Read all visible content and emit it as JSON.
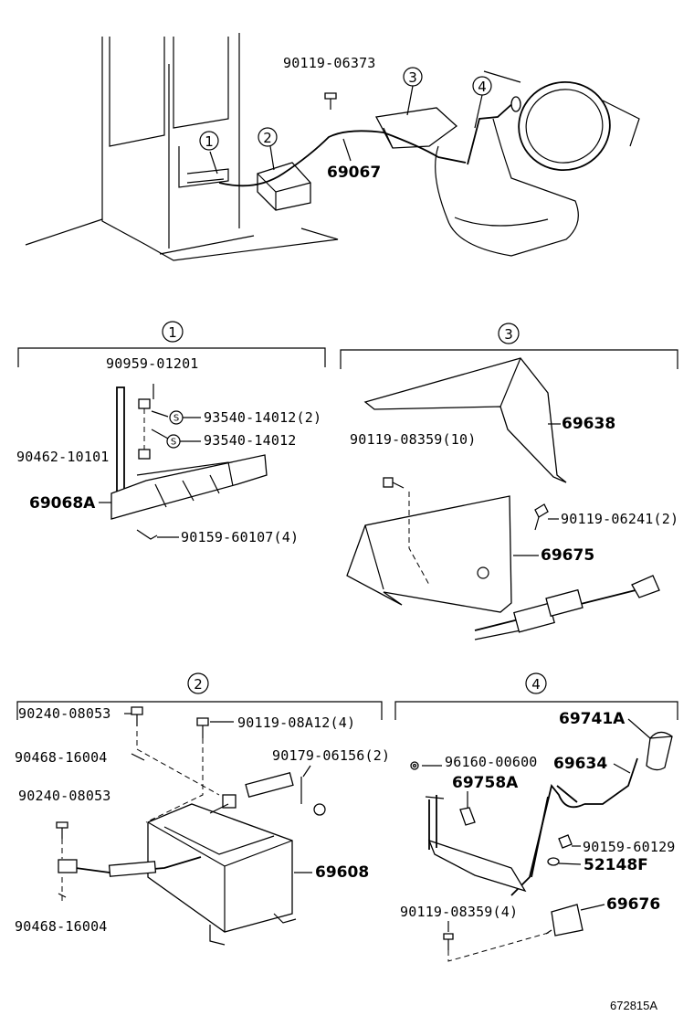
{
  "overview": {
    "callouts": [
      "1",
      "2",
      "3",
      "4"
    ],
    "part_top_bolt": "90119-06373",
    "part_cable": "69067"
  },
  "sections": {
    "s1": {
      "number": "1",
      "parts": {
        "p_90959": "90959-01201",
        "p_93540_a": "93540-14012(2)",
        "p_93540_b": "93540-14012",
        "p_90462": "90462-10101",
        "p_69068a": "69068A",
        "p_90159": "90159-60107(4)"
      },
      "s_marker": "S"
    },
    "s3": {
      "number": "3",
      "parts": {
        "p_69638": "69638",
        "p_90119_08359": "90119-08359(10)",
        "p_90119_06241": "90119-06241(2)",
        "p_69675": "69675"
      }
    },
    "s2": {
      "number": "2",
      "parts": {
        "p_90240_a": "90240-08053",
        "p_90119_08a12": "90119-08A12(4)",
        "p_90468_a": "90468-16004",
        "p_90179": "90179-06156(2)",
        "p_90240_b": "90240-08053",
        "p_69608": "69608",
        "p_90468_b": "90468-16004"
      }
    },
    "s4": {
      "number": "4",
      "parts": {
        "p_69741a": "69741A",
        "p_96160": "96160-00600",
        "p_69634": "69634",
        "p_69758a": "69758A",
        "p_90159_60129": "90159-60129",
        "p_52148f": "52148F",
        "p_90119_08359_4": "90119-08359(4)",
        "p_69676": "69676"
      }
    }
  },
  "diagram_code": "672815A"
}
